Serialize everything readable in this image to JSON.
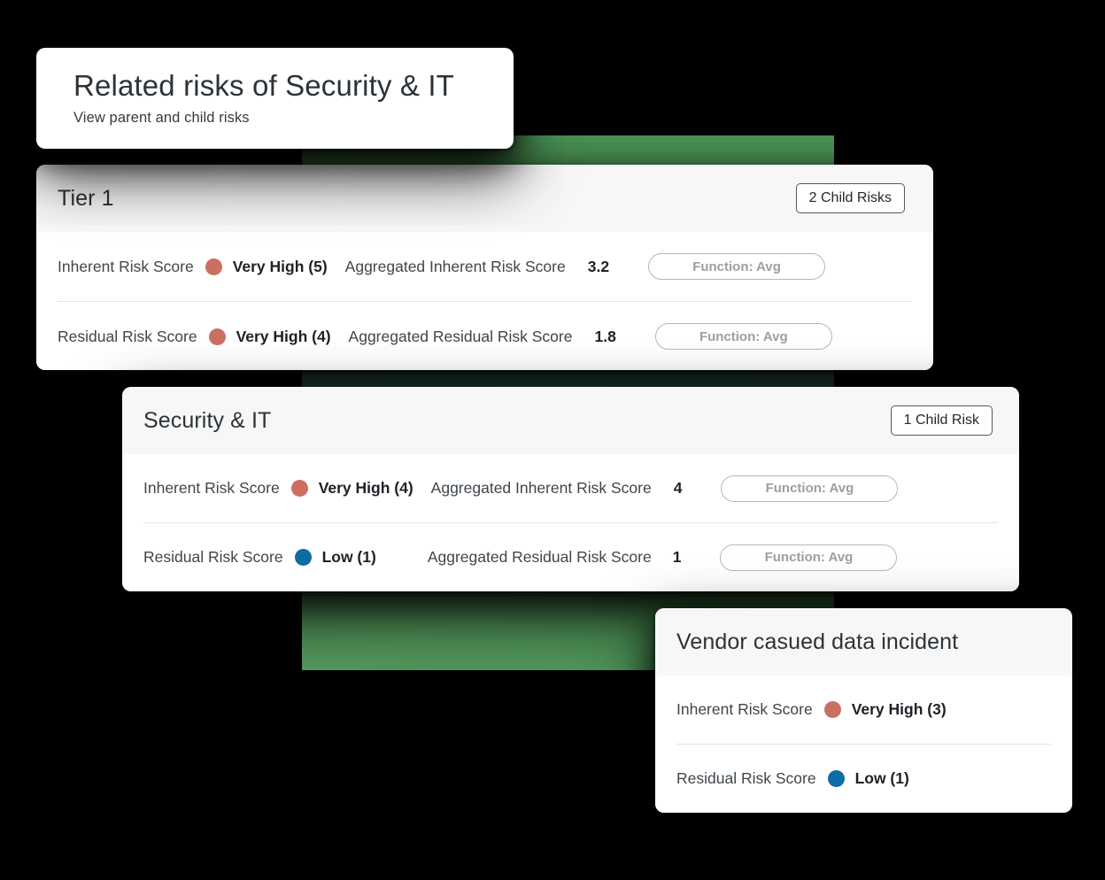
{
  "colors": {
    "risk_high": "#cc6f63",
    "risk_low": "#0b6da4",
    "backdrop_green": "#4d9557",
    "backdrop_teal": "#499390",
    "card_header_bg": "#f7f7f7",
    "page_bg": "#000000"
  },
  "intro": {
    "title": "Related risks of Security & IT",
    "subtitle": "View parent and child risks"
  },
  "tier1": {
    "title": "Tier 1",
    "child_badge": "2 Child Risks",
    "rows": [
      {
        "label": "Inherent Risk Score",
        "dot": "risk-dot-high",
        "value": "Very High (5)",
        "agg_label": "Aggregated Inherent Risk Score",
        "agg_value": "3.2",
        "function": "Function: Avg"
      },
      {
        "label": "Residual Risk Score",
        "dot": "risk-dot-high",
        "value": "Very High (4)",
        "agg_label": "Aggregated Residual Risk Score",
        "agg_value": "1.8",
        "function": "Function: Avg"
      }
    ]
  },
  "security_it": {
    "title": "Security & IT",
    "child_badge": "1 Child Risk",
    "rows": [
      {
        "label": "Inherent Risk Score",
        "dot": "risk-dot-high",
        "value": "Very High (4)",
        "agg_label": "Aggregated Inherent Risk Score",
        "agg_value": "4",
        "function": "Function: Avg"
      },
      {
        "label": "Residual Risk Score",
        "dot": "risk-dot-low",
        "value": "Low (1)",
        "agg_label": "Aggregated Residual Risk Score",
        "agg_value": "1",
        "function": "Function: Avg"
      }
    ]
  },
  "vendor": {
    "title": "Vendor casued data incident",
    "rows": [
      {
        "label": "Inherent Risk Score",
        "dot": "risk-dot-high",
        "value": "Very High (3)"
      },
      {
        "label": "Residual Risk Score",
        "dot": "risk-dot-low",
        "value": "Low (1)"
      }
    ]
  }
}
